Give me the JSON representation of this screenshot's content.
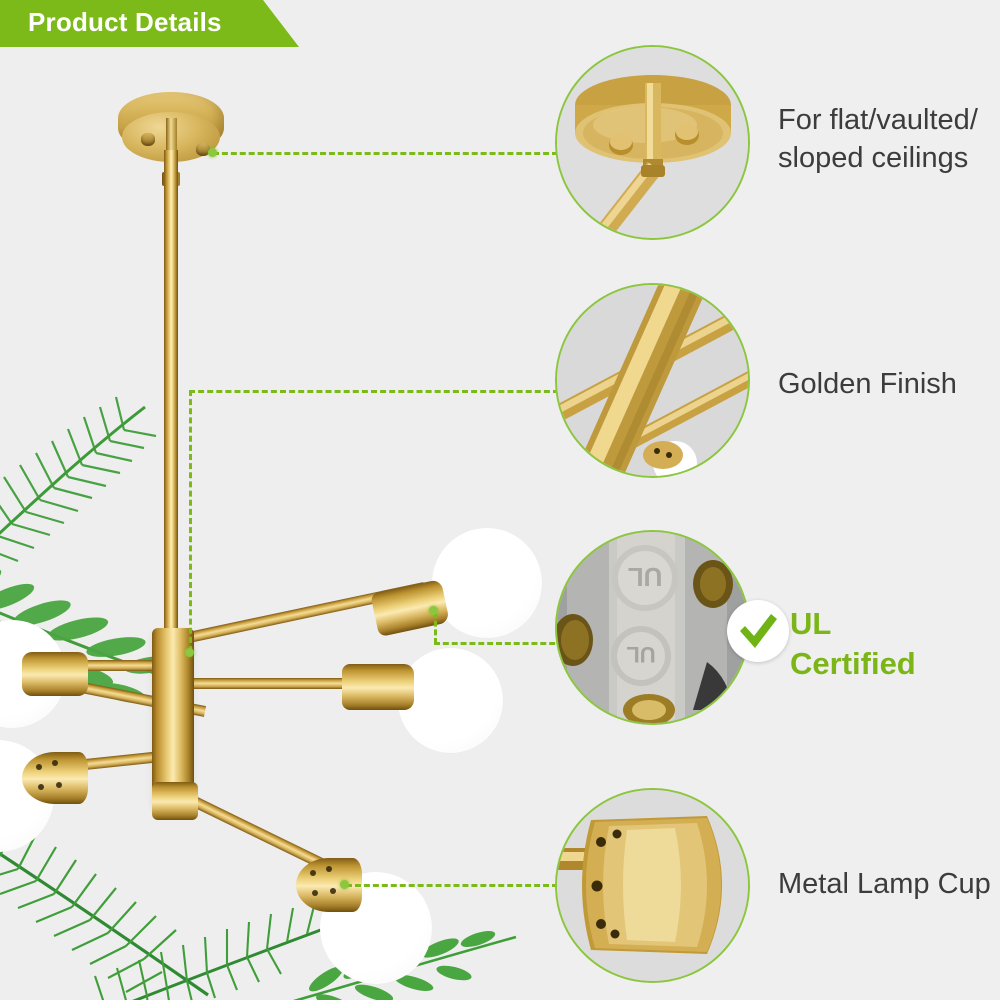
{
  "header": {
    "title": "Product Details",
    "banner_color": "#7cba1a",
    "text_color": "#ffffff"
  },
  "theme": {
    "background": "#efeeee",
    "accent_green": "#7cba1a",
    "label_text": "#3c3c3c",
    "brass": "#d9b75e",
    "bulb_white": "#ffffff"
  },
  "product": {
    "name": "sputnik-chandelier",
    "parts": {
      "canopy": "ceiling-canopy",
      "downrod": "down-rod",
      "hub": "center-hub",
      "bulbs": "globe-bulbs",
      "lamp_cups": "metal-lamp-cups"
    }
  },
  "callouts": [
    {
      "id": "ceilings",
      "label": "For flat/vaulted/\nsloped ceilings",
      "image_alt": "brass ceiling canopy with mounting screws",
      "accent": false
    },
    {
      "id": "finish",
      "label": "Golden Finish",
      "image_alt": "close up of brass arms and rods crossing",
      "accent": false
    },
    {
      "id": "ul",
      "label": "UL\nCertified",
      "image_alt": "UL stamped metal socket interior",
      "accent": true,
      "badge": "check-mark"
    },
    {
      "id": "lampcup",
      "label": "Metal Lamp Cup",
      "image_alt": "brass cylindrical lamp cup with vent holes",
      "accent": false
    }
  ]
}
